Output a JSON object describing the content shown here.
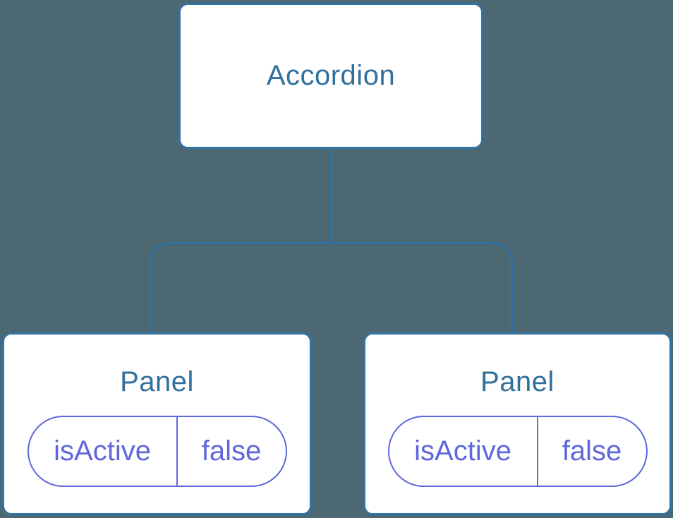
{
  "diagram": {
    "type": "component-state-tree",
    "root": {
      "label": "Accordion"
    },
    "children": [
      {
        "label": "Panel",
        "state": {
          "key": "isActive",
          "value": "false"
        }
      },
      {
        "label": "Panel",
        "state": {
          "key": "isActive",
          "value": "false"
        }
      }
    ]
  },
  "colors": {
    "background": "#4C6872",
    "line": "#3173A2",
    "node_fill": "#FFFFFF",
    "node_text": "#316F9D",
    "state_border": "#5E68DB",
    "state_text": "#5E68DB"
  }
}
